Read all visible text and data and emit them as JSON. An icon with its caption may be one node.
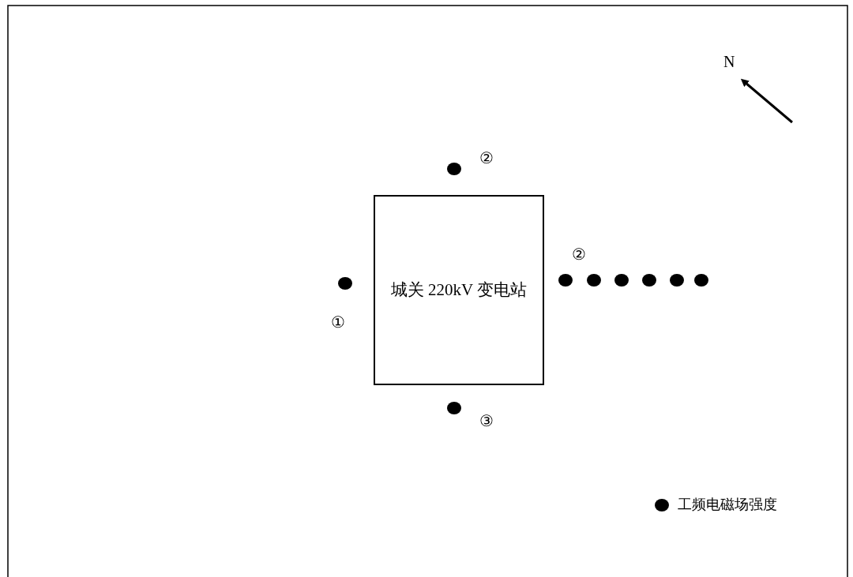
{
  "diagram": {
    "nodes": [
      {
        "text": [
          "城关 220kV 变电站"
        ]
      }
    ],
    "edges": [],
    "labels": [
      "N",
      "②",
      "②",
      "①",
      "③"
    ],
    "legend": [
      {
        "text": "工频电磁场强度"
      }
    ]
  }
}
